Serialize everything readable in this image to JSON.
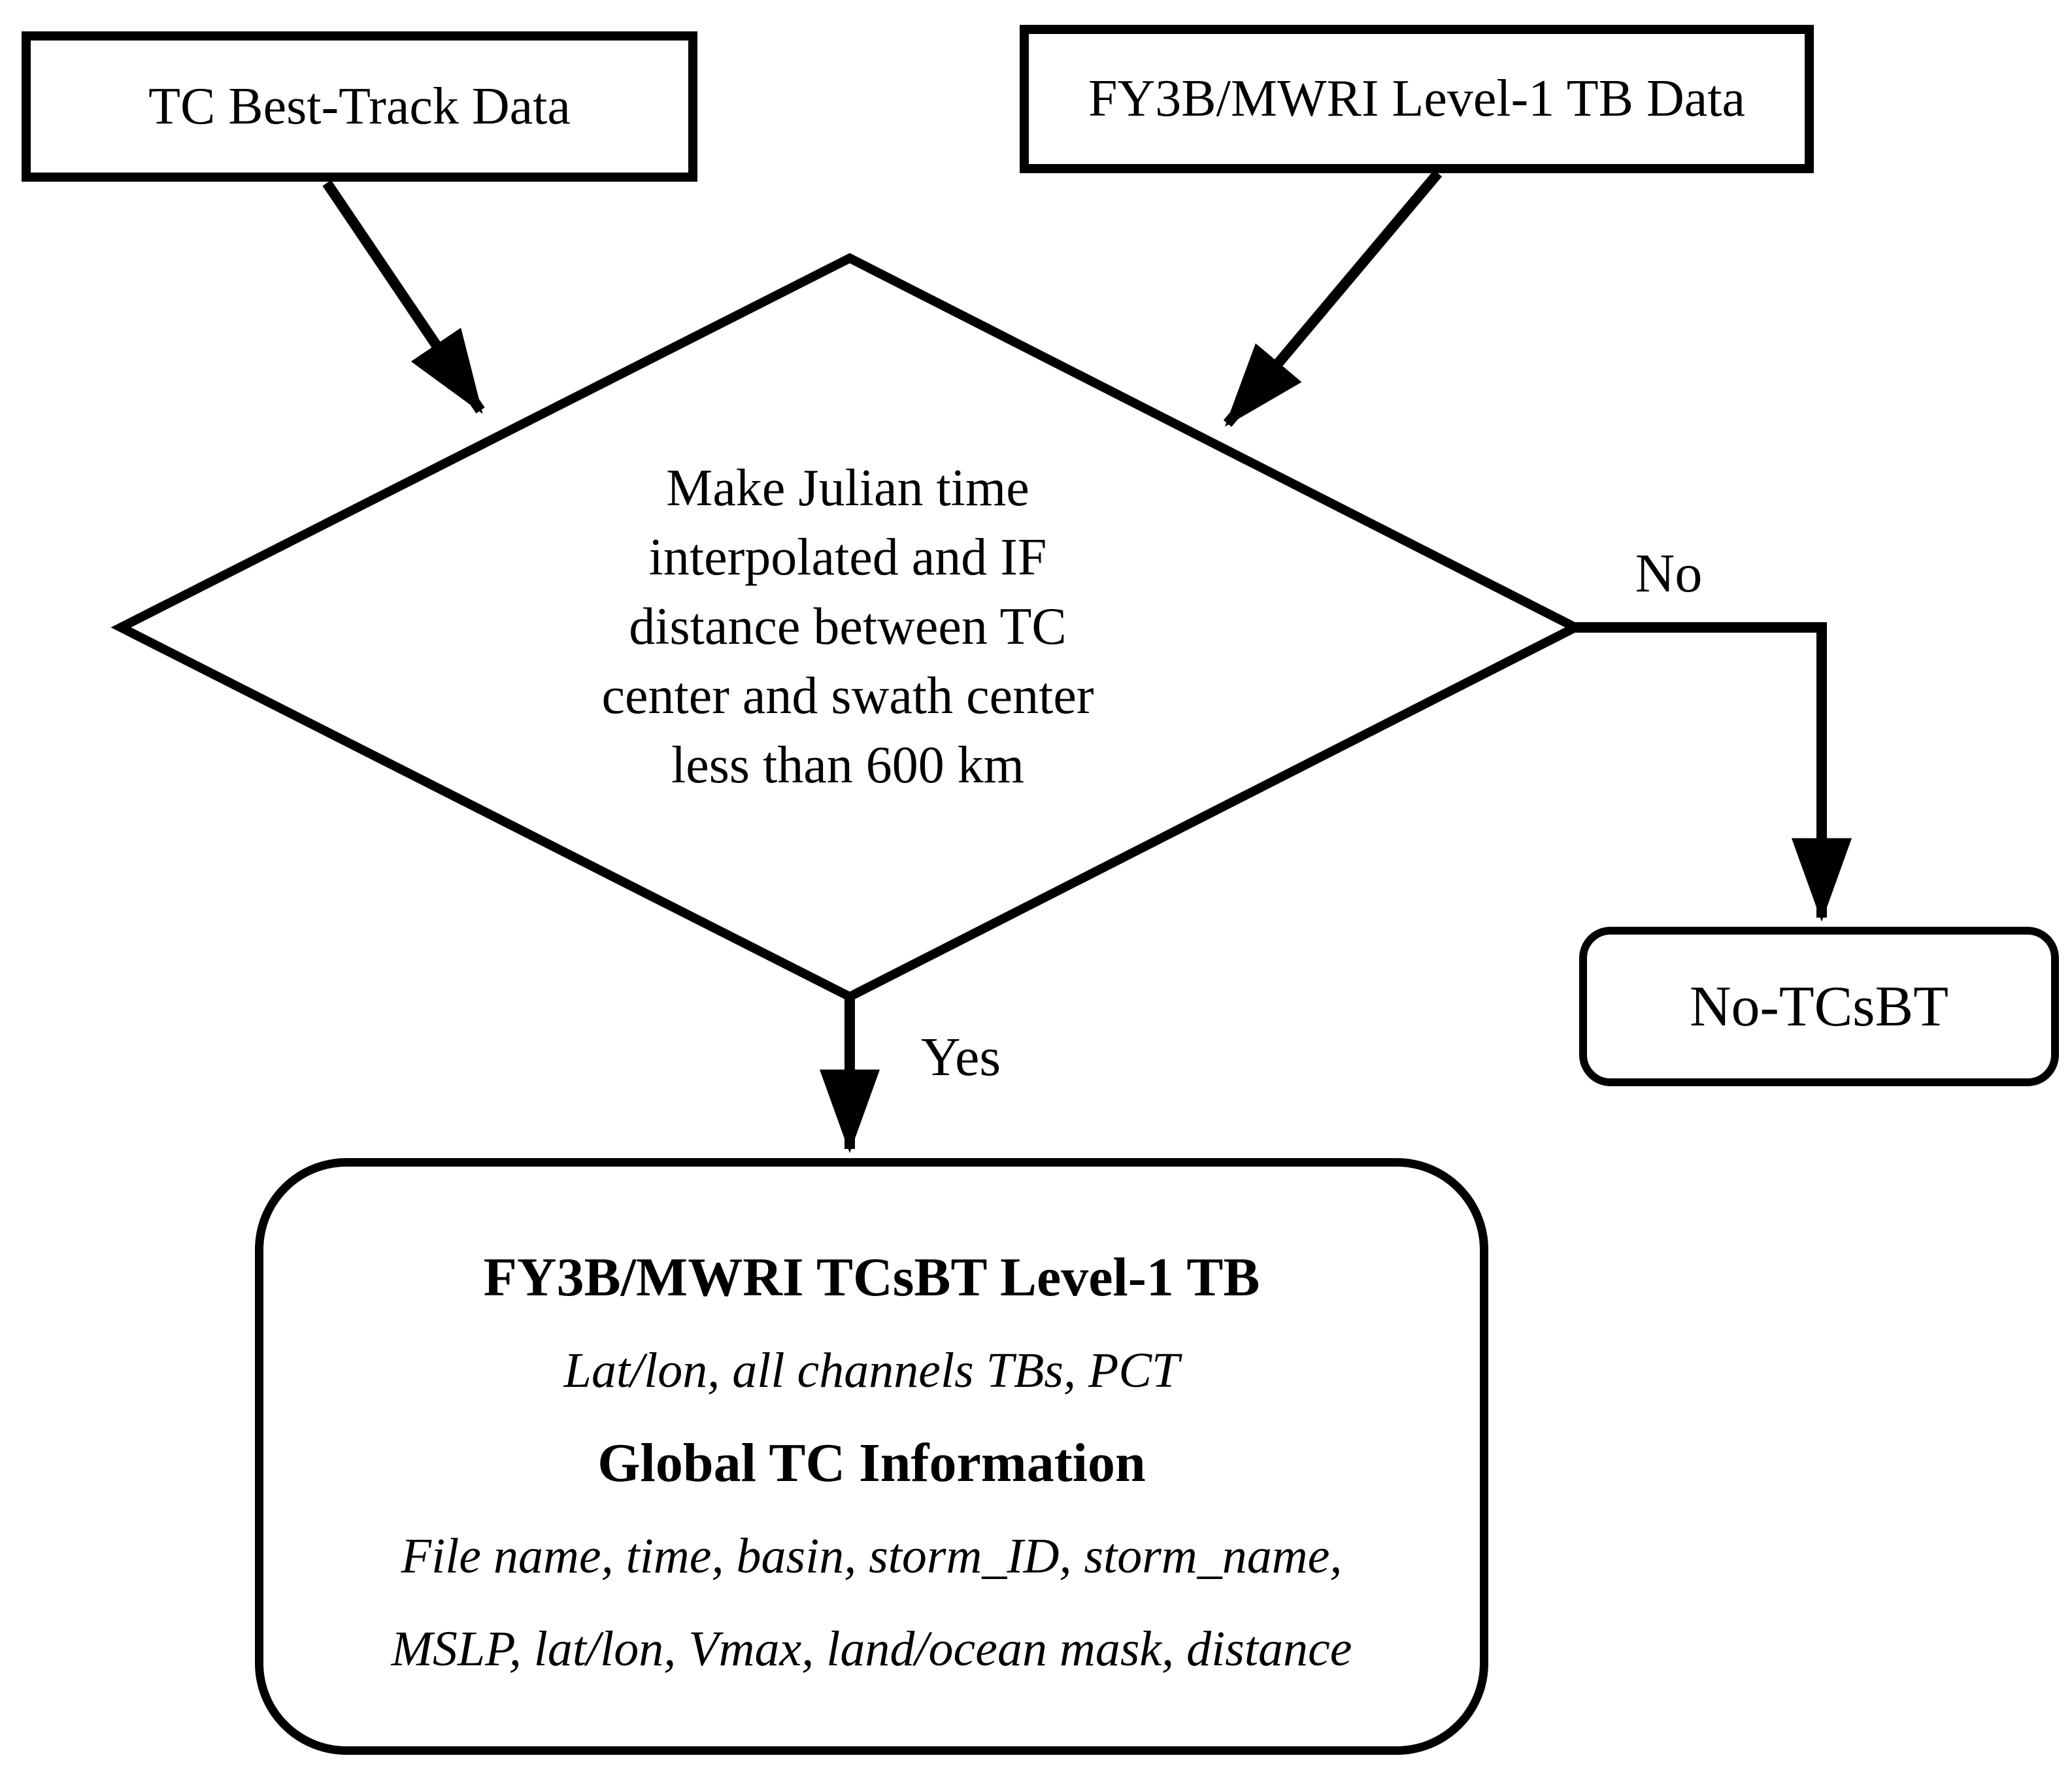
{
  "diagram": {
    "type": "flowchart",
    "colors": {
      "ink": "#000000",
      "paper": "#ffffff"
    },
    "nodes": {
      "tc_best_track": {
        "label": "TC Best-Track Data"
      },
      "fy3b_level1": {
        "label": "FY3B/MWRI Level-1 TB Data"
      },
      "decision": {
        "lines": [
          "Make Julian time",
          "interpolated and IF",
          "distance between TC",
          "center and swath center",
          "less than 600 km"
        ]
      },
      "no_tcsbt": {
        "label": "No-TCsBT"
      },
      "output": {
        "heading1": "FY3B/MWRI TCsBT Level-1 TB",
        "detail1": "Lat/lon, all channels TBs, PCT",
        "heading2": "Global TC Information",
        "detail2": "File name, time, basin, storm_ID, storm_name,",
        "detail3": "MSLP, lat/lon, Vmax, land/ocean mask, distance"
      }
    },
    "edges": {
      "no_label": "No",
      "yes_label": "Yes"
    }
  }
}
